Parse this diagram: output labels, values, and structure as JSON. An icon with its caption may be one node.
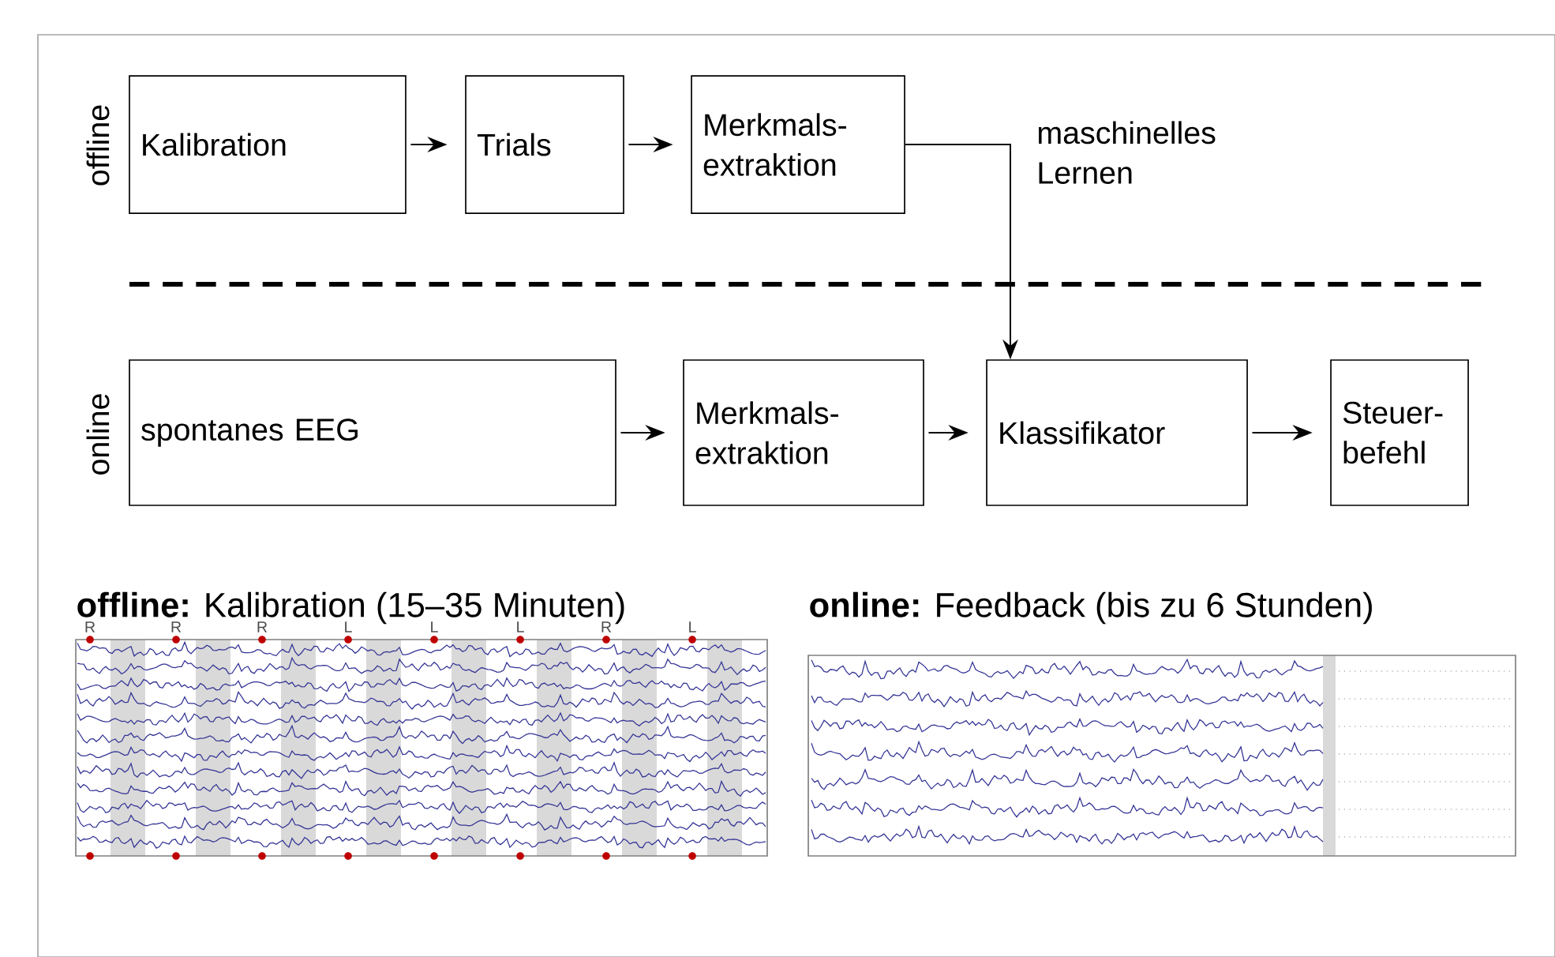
{
  "diagram": {
    "nodes": [
      {
        "text": [
          "Kalibration"
        ]
      },
      {
        "text": [
          "Trials"
        ]
      },
      {
        "text": [
          "Merkmals- extraktion"
        ]
      },
      {
        "text": [
          "spontanes EEG"
        ]
      },
      {
        "text": [
          "Merkmals- extraktion"
        ]
      },
      {
        "text": [
          "Klassifikator"
        ]
      },
      {
        "text": [
          "Steuer- befehl"
        ]
      }
    ],
    "edges": [
      {
        "from": 0,
        "to": 1,
        "arrow": "to"
      },
      {
        "from": 1,
        "to": 2,
        "arrow": "to"
      },
      {
        "from": 2,
        "to": 5,
        "arrow": "to",
        "label": "maschinelles Lernen"
      },
      {
        "from": 3,
        "to": 4,
        "arrow": "to"
      },
      {
        "from": 4,
        "to": 5,
        "arrow": "to"
      },
      {
        "from": 5,
        "to": 6,
        "arrow": "to"
      }
    ],
    "labels": [
      "offline",
      "online",
      "**offline:** Kalibration (15–35 Minuten)",
      "**online:** Feedback (bis zu 6 Stunden)",
      "R",
      "R",
      "R",
      "L",
      "L",
      "L",
      "R",
      "L"
    ]
  }
}
